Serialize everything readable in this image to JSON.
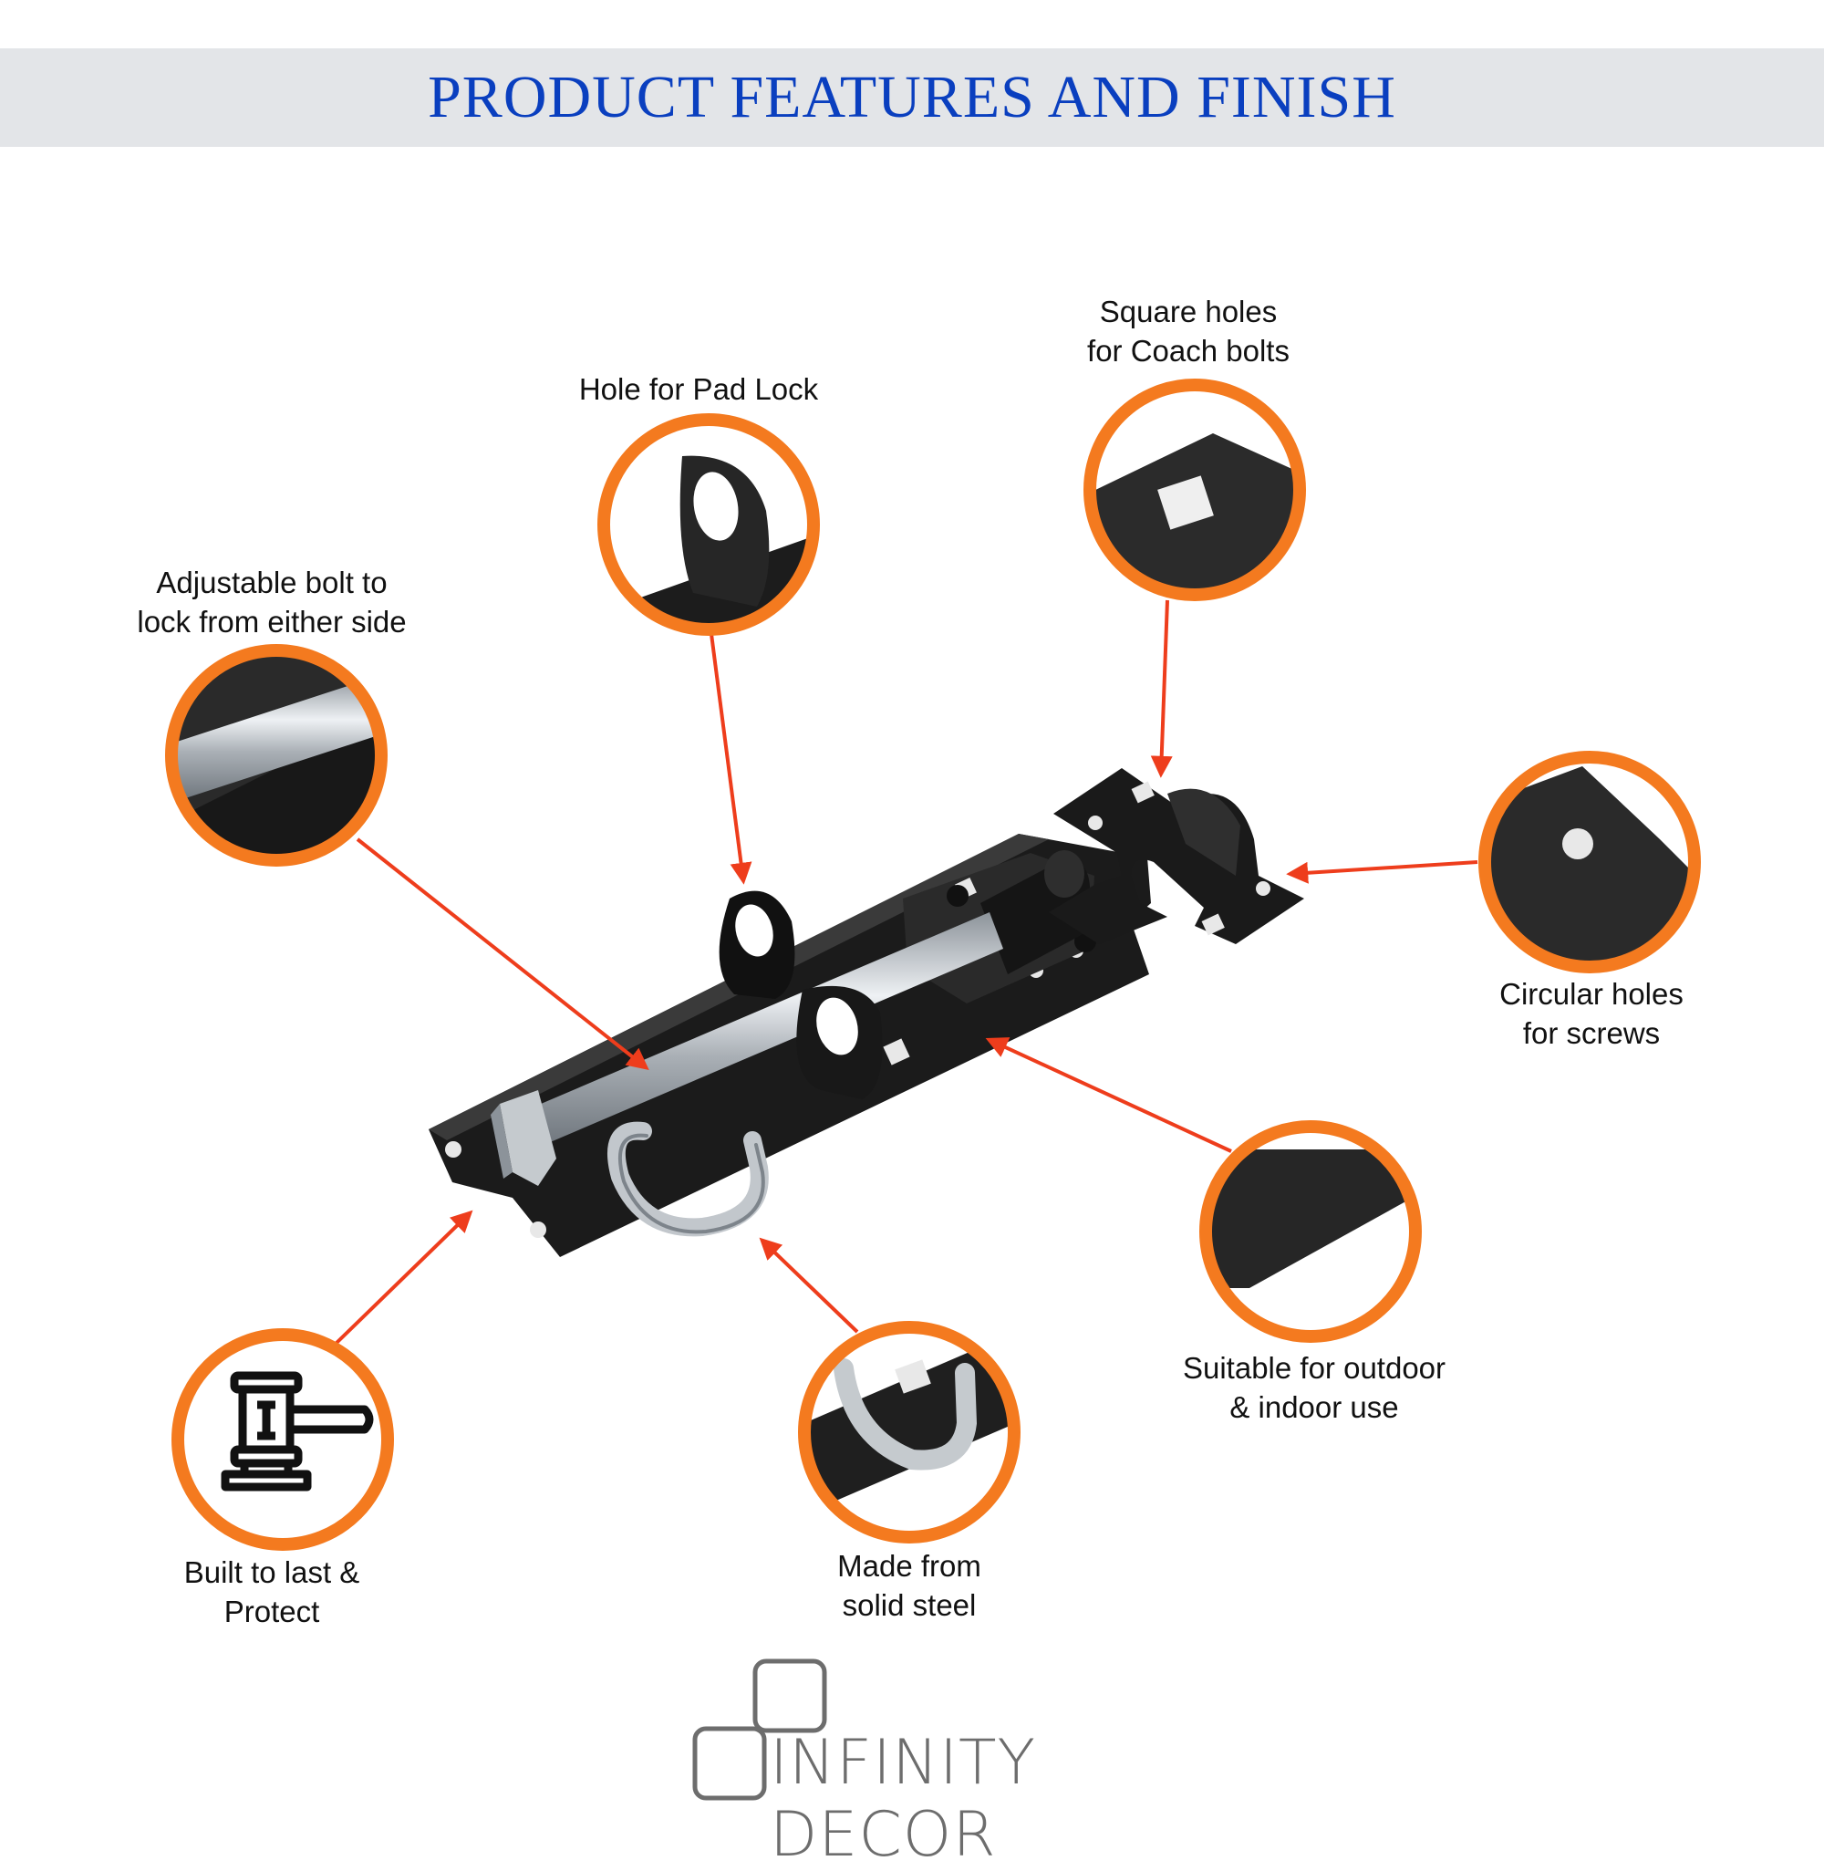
{
  "header": {
    "title": "PRODUCT FEATURES AND FINISH"
  },
  "callouts": [
    {
      "id": "pad-lock",
      "lines": [
        "Hole for Pad Lock"
      ]
    },
    {
      "id": "coach-bolts",
      "lines": [
        "Square holes",
        "for Coach bolts"
      ]
    },
    {
      "id": "adjustable-bolt",
      "lines": [
        "Adjustable bolt to",
        "lock from either side"
      ]
    },
    {
      "id": "circular-holes",
      "lines": [
        "Circular holes",
        "for screws"
      ]
    },
    {
      "id": "outdoor-indoor",
      "lines": [
        "Suitable for outdoor",
        "& indoor use"
      ]
    },
    {
      "id": "built-to-last",
      "lines": [
        "Built to last &",
        "Protect"
      ]
    },
    {
      "id": "solid-steel",
      "lines": [
        "Made from",
        "solid steel"
      ]
    }
  ],
  "brand": {
    "name": "INFINITY DECOR"
  },
  "colors": {
    "title": "#0a3fbf",
    "banner": "#e3e5e8",
    "ring": "#f47a1f",
    "arrow": "#ee3d1c",
    "steel": "#1e1e1e",
    "zinc": "#b9bec4"
  },
  "icons": [
    "gavel-icon",
    "infinity-decor-logo"
  ]
}
